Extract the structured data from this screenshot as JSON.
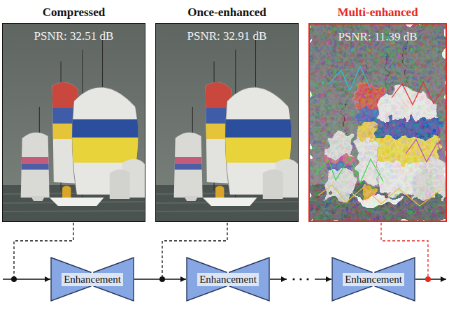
{
  "diagram": {
    "nodes": [
      {
        "text": [
          "Compressed",
          "PSNR: 32.51 dB"
        ]
      },
      {
        "text": [
          "Once-enhanced",
          "PSNR: 32.91 dB"
        ]
      },
      {
        "text": [
          "Multi-enhanced",
          "PSNR: 11.39 dB"
        ]
      },
      {
        "text": [
          "Enhancement"
        ]
      },
      {
        "text": [
          "Enhancement"
        ]
      },
      {
        "text": [
          "Enhancement"
        ]
      }
    ],
    "edges": [
      {
        "from": 3,
        "to": 4,
        "arrow": "to"
      },
      {
        "from": 4,
        "to": 5,
        "arrow": "to"
      }
    ]
  }
}
